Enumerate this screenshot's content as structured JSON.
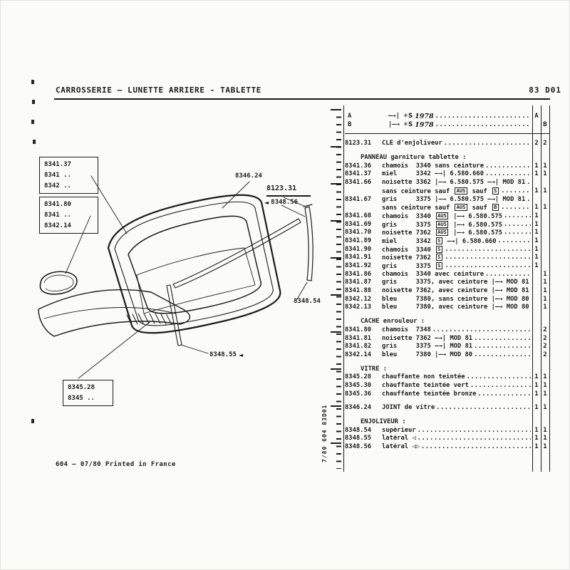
{
  "page": {
    "title": "CARROSSERIE – LUNETTE ARRIERE - TABLETTE",
    "page_code": "83 D01",
    "footer_note": "604 – 07/80 Printed in France",
    "spine_code": "7/80 604 83D01"
  },
  "diagram": {
    "box1_lines": [
      "8341.37",
      "8341 ..",
      "8342 .."
    ],
    "box2_lines": [
      "8341.80",
      "8341 ..",
      "8342.14"
    ],
    "box3_lines": [
      "8345.28",
      "8345 .."
    ],
    "label_joint": "8346.24",
    "label_cle": "8123.31",
    "label_trim_right": "8348.56",
    "label_trim_top": "8348.54",
    "label_trim_side": "8348.55",
    "arrow_glyph": "◄"
  },
  "table": {
    "rows": [
      {
        "type": "date",
        "label": "A",
        "arrow": "—→|",
        "sym": "✳S",
        "year": "1978",
        "a": "A",
        "b": ""
      },
      {
        "type": "date",
        "label": "B",
        "arrow": "|—→",
        "sym": "✳S",
        "year": "1978",
        "a": "",
        "b": "B"
      },
      {
        "type": "rule"
      },
      {
        "type": "item",
        "ref": "8123.31",
        "text": "CLE d'enjoliveur",
        "a": "2",
        "b": "2",
        "gap": true
      },
      {
        "type": "sect",
        "text": "PANNEAU garniture tablette :",
        "gap": true
      },
      {
        "type": "item",
        "ref": "8341.36",
        "text": "chamois  3340 sans ceinture",
        "a": "1",
        "b": "1"
      },
      {
        "type": "item",
        "ref": "8341.37",
        "text": "miel     3342 —→| 6.580.660",
        "a": "1",
        "b": "1"
      },
      {
        "type": "item",
        "ref": "8341.66",
        "text": "noisette 3362 |—→ 6.580.575 —→| MOD 81"
      },
      {
        "type": "cont",
        "text": "sans ceinture sauf {AUS} sauf {S}",
        "a": "1",
        "b": "1"
      },
      {
        "type": "item",
        "ref": "8341.67",
        "text": "gris     3375 |—→ 6.580.575 —→| MOD 81"
      },
      {
        "type": "cont",
        "text": "sans ceinture sauf {AUS} sauf {B}",
        "a": "1",
        "b": "1"
      },
      {
        "type": "item",
        "ref": "8341.68",
        "text": "chamois  3340 {AUS} |—→ 6.580.575",
        "a": "1"
      },
      {
        "type": "item",
        "ref": "8341.69",
        "text": "gris     3375 {AUS} |—→ 6.580.575",
        "a": "1"
      },
      {
        "type": "item",
        "ref": "8341.70",
        "text": "noisette 7362 {AUS} |—→ 6.580.575",
        "a": "1"
      },
      {
        "type": "item",
        "ref": "8341.89",
        "text": "miel     3342 {S} —→| 6.580.660",
        "a": "1"
      },
      {
        "type": "item",
        "ref": "8341.90",
        "text": "chamois  3340 {S}",
        "a": "1"
      },
      {
        "type": "item",
        "ref": "8341.91",
        "text": "noisette 7362 {S}",
        "a": "1"
      },
      {
        "type": "item",
        "ref": "8341.92",
        "text": "gris     3375 {S}",
        "a": "1"
      },
      {
        "type": "item",
        "ref": "8341.86",
        "text": "chamois  3340 avec ceinture",
        "b": "1"
      },
      {
        "type": "item",
        "ref": "8341.87",
        "text": "gris     3375, avec ceinture |—→ MOD 81",
        "b": "1"
      },
      {
        "type": "item",
        "ref": "8341.88",
        "text": "noisette 7362, avec ceinture |—→ MOD 81",
        "b": "1"
      },
      {
        "type": "item",
        "ref": "8342.12",
        "text": "bleu     7380, sans ceinture |—→ MOD 80",
        "b": "1"
      },
      {
        "type": "item",
        "ref": "8342.13",
        "text": "bleu     7380, avec ceinture |—→ MOD 80",
        "b": "1"
      },
      {
        "type": "sect",
        "text": "CACHE enrouleur :",
        "gap": true
      },
      {
        "type": "item",
        "ref": "8341.80",
        "text": "chamois  7348",
        "b": "2"
      },
      {
        "type": "item",
        "ref": "8341.81",
        "text": "noisette 7362 —→| MOD 81",
        "b": "2"
      },
      {
        "type": "item",
        "ref": "8341.82",
        "text": "gris     3375 —→| MOD 81",
        "b": "2"
      },
      {
        "type": "item",
        "ref": "8342.14",
        "text": "bleu     7380 |—→ MOD 80",
        "b": "2"
      },
      {
        "type": "sect",
        "text": "VITRE :",
        "gap": true
      },
      {
        "type": "item",
        "ref": "8345.28",
        "text": "chauffante non teintée",
        "a": "1",
        "b": "1"
      },
      {
        "type": "item",
        "ref": "8345.30",
        "text": "chauffante teintée vert",
        "a": "1",
        "b": "1"
      },
      {
        "type": "item",
        "ref": "8345.36",
        "text": "chauffante teintée bronze",
        "a": "1",
        "b": "1"
      },
      {
        "type": "item",
        "ref": "8346.24",
        "text": "JOINT de vitre",
        "a": "1",
        "b": "1",
        "gap": true
      },
      {
        "type": "sect",
        "text": "ENJOLIVEUR :",
        "gap": true
      },
      {
        "type": "item",
        "ref": "8348.54",
        "text": "supérieur",
        "a": "1",
        "b": "1"
      },
      {
        "type": "item",
        "ref": "8348.55",
        "text": "latéral ◁",
        "a": "1",
        "b": "1"
      },
      {
        "type": "item",
        "ref": "8348.56",
        "text": "latéral ◁▷",
        "a": "1",
        "b": "1"
      }
    ]
  }
}
